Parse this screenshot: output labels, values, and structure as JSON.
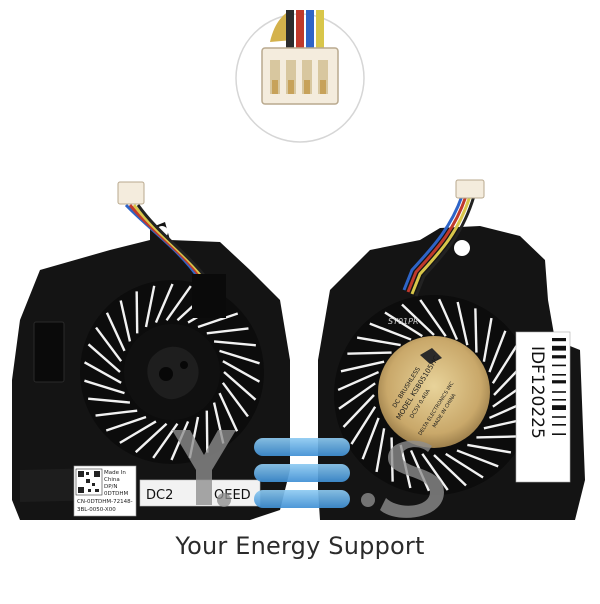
{
  "product": {
    "left_label": {
      "line1": "Made In",
      "line2": "China",
      "line3": "DP/N",
      "line4": "0DTDHM",
      "line5": "CN-0DTDHM-72148-",
      "line6": "3BL-0050-X00"
    },
    "left_sticker": "DC2",
    "left_sticker_tail": "OEED",
    "hub_text": {
      "line1": "DC BRUSHLESS",
      "line2": "MODEL KSB05105HC",
      "line3": "DC5V 0.40A",
      "line4": "DELTA ELECTRONICS INC",
      "line5": "MADE IN CHINA"
    },
    "hub_code": "SY01PR",
    "right_serial": "IDF120225"
  },
  "watermark": {
    "logo_letters": "Y  S",
    "tagline": "Your Energy Support"
  },
  "colors": {
    "fan_body": "#121212",
    "hub_gold": "#c9a86a",
    "logo_blue": "#5aa9e6"
  }
}
